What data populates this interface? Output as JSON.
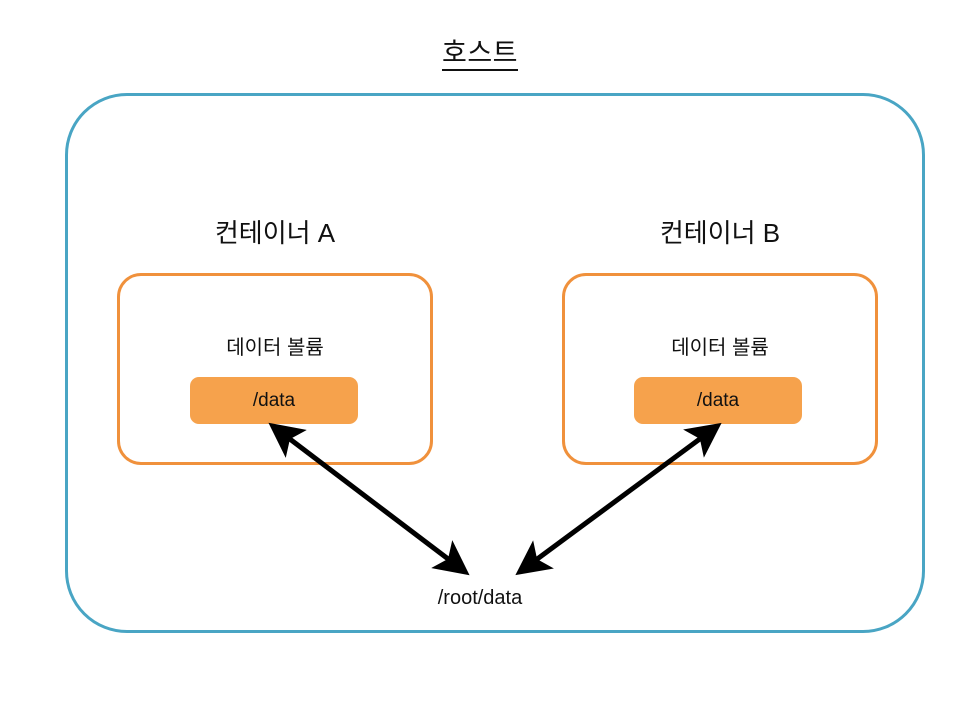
{
  "diagram": {
    "title": "호스트",
    "host_box": {
      "border_color": "#49a5c4"
    },
    "containers": [
      {
        "caption": "컨테이너 A",
        "volume_label": "데이터 볼륨",
        "mount_path": "/data",
        "border_color": "#f0913c",
        "chip_color": "#f6a24c"
      },
      {
        "caption": "컨테이너 B",
        "volume_label": "데이터 볼륨",
        "mount_path": "/data",
        "border_color": "#f0913c",
        "chip_color": "#f6a24c"
      }
    ],
    "host_path": "/root/data",
    "arrow_color": "#000000"
  }
}
